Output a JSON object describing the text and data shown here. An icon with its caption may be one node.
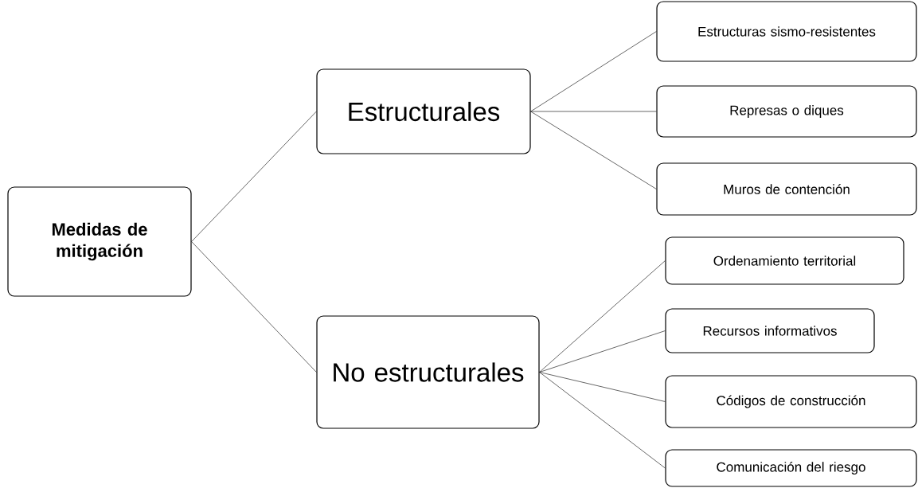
{
  "diagram": {
    "nodes": [
      {
        "text": [
          "**Medidas de mitigación**"
        ]
      },
      {
        "text": [
          "Estructurales"
        ]
      },
      {
        "text": [
          "No estructurales"
        ]
      },
      {
        "text": [
          "Estructuras sismo-resistentes"
        ]
      },
      {
        "text": [
          "Represas o diques"
        ]
      },
      {
        "text": [
          "Muros de contención"
        ]
      },
      {
        "text": [
          "Ordenamiento territorial"
        ]
      },
      {
        "text": [
          "Recursos informativos"
        ]
      },
      {
        "text": [
          "Códigos de construcción"
        ]
      },
      {
        "text": [
          "Comunicación del riesgo"
        ]
      }
    ],
    "edges": [
      {
        "from": 0,
        "to": 1,
        "arrow": "none"
      },
      {
        "from": 0,
        "to": 2,
        "arrow": "none"
      },
      {
        "from": 1,
        "to": 3,
        "arrow": "none"
      },
      {
        "from": 1,
        "to": 4,
        "arrow": "none"
      },
      {
        "from": 1,
        "to": 5,
        "arrow": "none"
      },
      {
        "from": 2,
        "to": 6,
        "arrow": "none"
      },
      {
        "from": 2,
        "to": 7,
        "arrow": "none"
      },
      {
        "from": 2,
        "to": 8,
        "arrow": "none"
      },
      {
        "from": 2,
        "to": 9,
        "arrow": "none"
      }
    ]
  }
}
